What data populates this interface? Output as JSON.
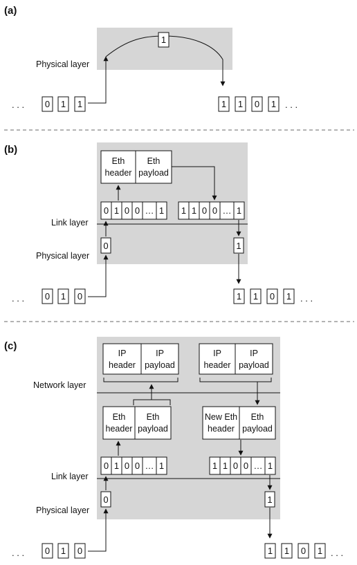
{
  "panels": {
    "a": {
      "label": "(a)",
      "physical_layer": "Physical layer",
      "bit_in_flight": "1"
    },
    "b": {
      "label": "(b)",
      "link_layer": "Link layer",
      "physical_layer": "Physical layer",
      "eth_header": [
        "Eth",
        "header"
      ],
      "eth_payload": [
        "Eth",
        "payload"
      ],
      "bit_up": "0",
      "bit_down": "1"
    },
    "c": {
      "label": "(c)",
      "network_layer": "Network layer",
      "link_layer": "Link layer",
      "physical_layer": "Physical layer",
      "ip_header": [
        "IP",
        "header"
      ],
      "ip_payload": [
        "IP",
        "payload"
      ],
      "eth_header": [
        "Eth",
        "header"
      ],
      "new_eth_header": [
        "New Eth",
        "header"
      ],
      "eth_payload": [
        "Eth",
        "payload"
      ],
      "bit_up": "0",
      "bit_down": "1"
    }
  },
  "sent_bits": [
    "0",
    "1",
    "1"
  ],
  "sent_bits_bc": [
    "0",
    "1",
    "0"
  ],
  "received_bits": [
    "1",
    "1",
    "0",
    "1"
  ],
  "frame_in_bits": [
    "0",
    "1",
    "0",
    "0",
    "…",
    "1"
  ],
  "frame_out_bits": [
    "1",
    "1",
    "0",
    "0",
    "…",
    "1"
  ],
  "ellipsis": ". . ."
}
